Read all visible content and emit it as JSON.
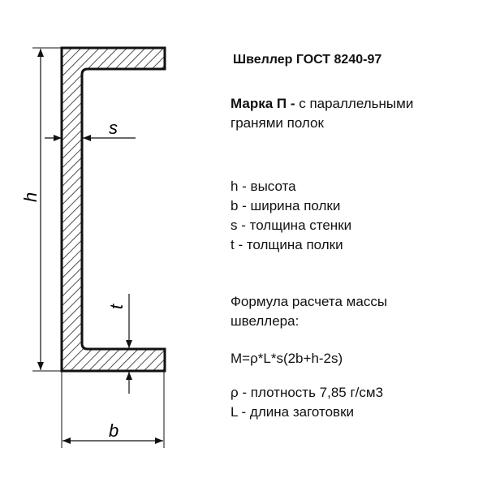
{
  "title": "Швеллер ГОСТ 8240-97",
  "mark": {
    "bold": "Марка П -",
    "rest": " с параллельными",
    "line2": "гранями полок"
  },
  "legend": [
    "h - высота",
    "b - ширина полки",
    "s - толщина стенки",
    "t - толщина полки"
  ],
  "formula_intro": [
    "Формула расчета массы",
    "швеллера:"
  ],
  "formula": "M=ρ*L*s(2b+h-2s)",
  "notes": [
    "ρ - плотность 7,85 г/см3",
    "L - длина заготовки"
  ],
  "dims": {
    "h": "h",
    "s": "s",
    "t": "t",
    "b": "b"
  }
}
